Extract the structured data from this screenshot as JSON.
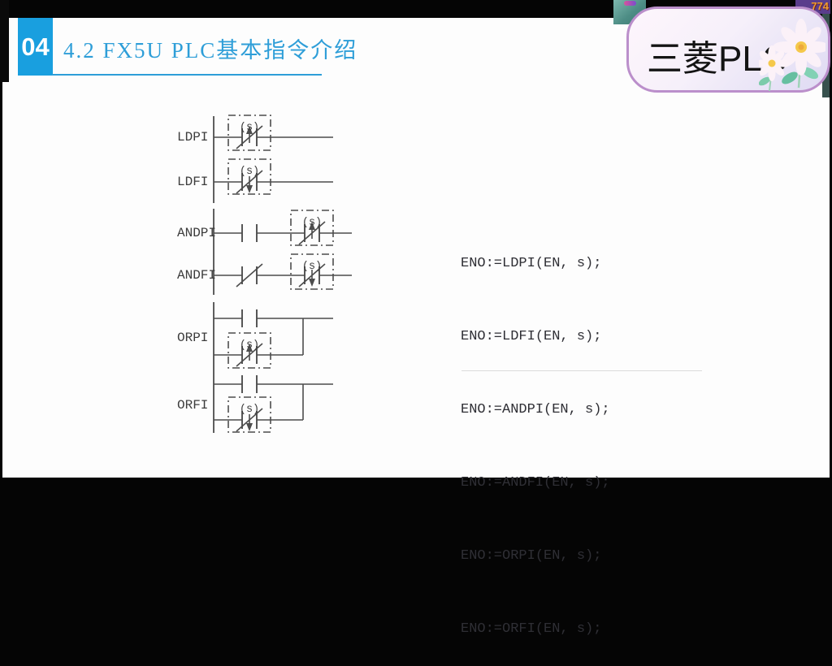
{
  "header": {
    "number": "04",
    "title": "4.2 FX5U PLC基本指令介绍"
  },
  "overlay_card": {
    "label": "三菱PLC"
  },
  "stream_badge": {
    "value": "774"
  },
  "ladder": {
    "rows": [
      {
        "label": "LDPI"
      },
      {
        "label": "LDFI"
      },
      {
        "label": "ANDPI"
      },
      {
        "label": "ANDFI"
      },
      {
        "label": "ORPI"
      },
      {
        "label": "ORFI"
      }
    ],
    "s_marker": "(s)"
  },
  "code": {
    "lines": [
      "ENO:=LDPI(EN, s);",
      "ENO:=LDFI(EN, s);",
      "ENO:=ANDPI(EN, s);",
      "ENO:=ANDFI(EN, s);",
      "ENO:=ORPI(EN, s);",
      "ENO:=ORFI(EN, s);"
    ]
  },
  "colors": {
    "accent_blue": "#199fdf",
    "title_blue": "#2e9ed8",
    "ladder_line": "#4d4d4d",
    "card_border": "#bb8fcb",
    "badge_bg": "#5a3d8c",
    "badge_text": "#ee9c2e"
  }
}
